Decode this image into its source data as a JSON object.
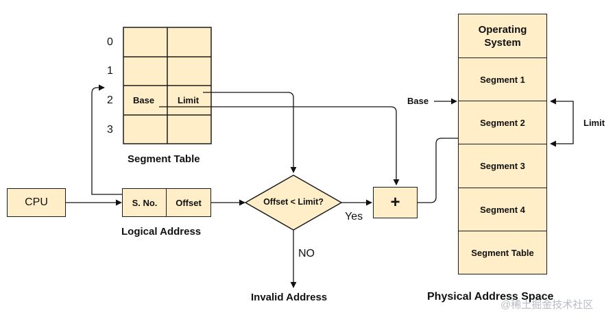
{
  "segment_table": {
    "row_numbers": [
      "0",
      "1",
      "2",
      "3"
    ],
    "base_label": "Base",
    "limit_label": "Limit",
    "caption": "Segment Table"
  },
  "cpu": {
    "label": "CPU"
  },
  "logical_address": {
    "segment_no_label": "S. No.",
    "offset_label": "Offset",
    "caption": "Logical Address"
  },
  "decision": {
    "label": "Offset < Limit?",
    "yes_label": "Yes",
    "no_label": "NO",
    "invalid_label": "Invalid Address"
  },
  "adder": {
    "symbol": "+"
  },
  "physical_memory": {
    "blocks": [
      "Operating System",
      "Segment 1",
      "Segment 2",
      "Segment 3",
      "Segment 4",
      "Segment Table"
    ],
    "base_label": "Base",
    "limit_label": "Limit",
    "caption": "Physical Address Space"
  },
  "watermark": "@稀土掘金技术社区",
  "colors": {
    "fill": "#ffeec7",
    "stroke": "#1a1a1a"
  }
}
